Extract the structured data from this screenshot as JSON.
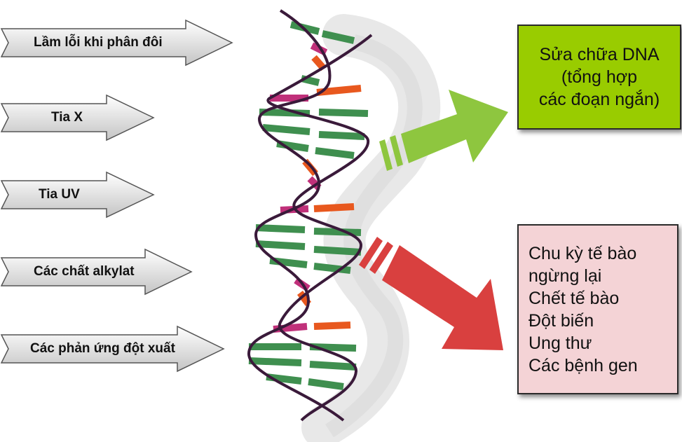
{
  "causes": [
    {
      "label": "Lầm lỗi khi phân đôi"
    },
    {
      "label": "Tia X"
    },
    {
      "label": "Tia UV"
    },
    {
      "label": "Các chất alkylat"
    },
    {
      "label": "Các phản ứng đột xuất"
    }
  ],
  "repair": {
    "lines": [
      "Sửa chữa DNA",
      "(tổng hợp",
      "các đoạn ngắn)"
    ],
    "box_color": "#99cc00",
    "arrow_color": "#8ec63f"
  },
  "damage": {
    "lines": [
      "Chu kỳ tế bào",
      "ngừng lại",
      "Chết tế bào",
      "Đột biến",
      "Ung thư",
      "Các bệnh gen"
    ],
    "box_color": "#f4d3d6",
    "arrow_color": "#d9403f"
  },
  "colors": {
    "arrow_fill_top": "#ffffff",
    "arrow_fill_bottom": "#c9c9c9",
    "strand": "#3a1a3a",
    "base_green": "#3f8f4f",
    "base_orange": "#e8581e",
    "base_magenta": "#c0307a"
  }
}
